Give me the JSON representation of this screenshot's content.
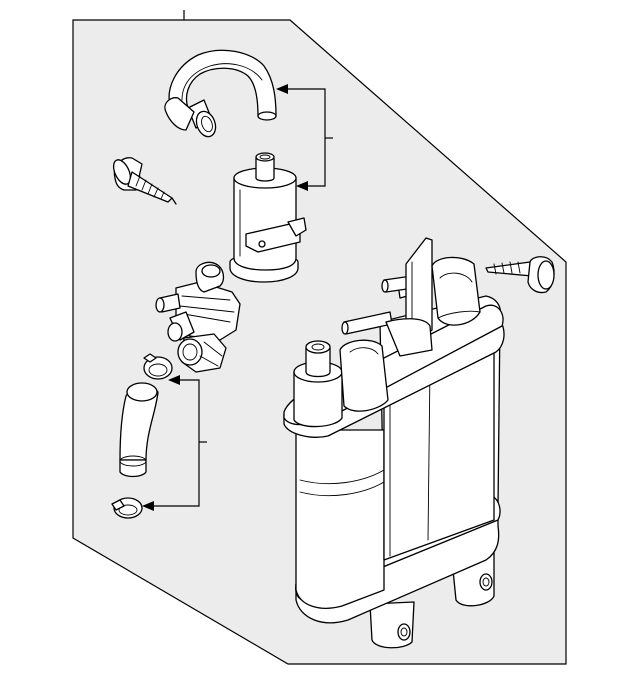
{
  "diagram": {
    "background_color": "#ffffff",
    "panel_color": "#ececec",
    "line_color": "#000000",
    "parts": [
      "vent-hose",
      "hose-filter",
      "mounting-bolt",
      "purge-valve",
      "hose-clamp-upper",
      "purge-hose",
      "hose-clamp-lower",
      "vapor-canister",
      "canister-screw"
    ],
    "callouts": [
      {
        "id": "callout-filter-group",
        "label": ""
      },
      {
        "id": "callout-valve-hose-group",
        "label": ""
      }
    ]
  }
}
